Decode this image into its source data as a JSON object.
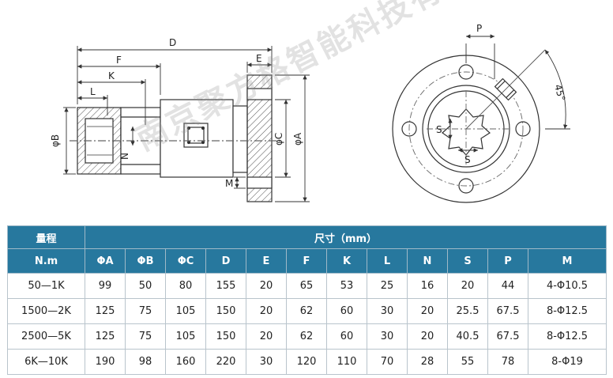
{
  "watermark": "南京聚方格智能科技有限公司",
  "drawing": {
    "side_labels": {
      "D": "D",
      "F": "F",
      "K": "K",
      "L": "L",
      "E": "E",
      "B": "φB",
      "N": "N",
      "C": "φC",
      "A": "φA",
      "M": "M"
    },
    "front_labels": {
      "P": "P",
      "angle": "45°",
      "S1": "S",
      "S2": "S"
    }
  },
  "table": {
    "range_header": "量程",
    "range_unit": "N.m",
    "size_header": "尺寸（mm）",
    "columns": [
      "ΦA",
      "ΦB",
      "ΦC",
      "D",
      "E",
      "F",
      "K",
      "L",
      "N",
      "S",
      "P",
      "M"
    ],
    "rows": [
      [
        "50—1K",
        "99",
        "50",
        "80",
        "155",
        "20",
        "65",
        "53",
        "25",
        "16",
        "20",
        "44",
        "4-Φ10.5"
      ],
      [
        "1500—2K",
        "125",
        "75",
        "105",
        "150",
        "20",
        "62",
        "60",
        "30",
        "20",
        "25.5",
        "67.5",
        "8-Φ12.5"
      ],
      [
        "2500—5K",
        "125",
        "75",
        "105",
        "150",
        "20",
        "62",
        "60",
        "30",
        "20",
        "40.5",
        "67.5",
        "8-Φ12.5"
      ],
      [
        "6K—10K",
        "190",
        "98",
        "160",
        "220",
        "30",
        "120",
        "110",
        "70",
        "28",
        "55",
        "78",
        "8-Φ19"
      ]
    ]
  }
}
